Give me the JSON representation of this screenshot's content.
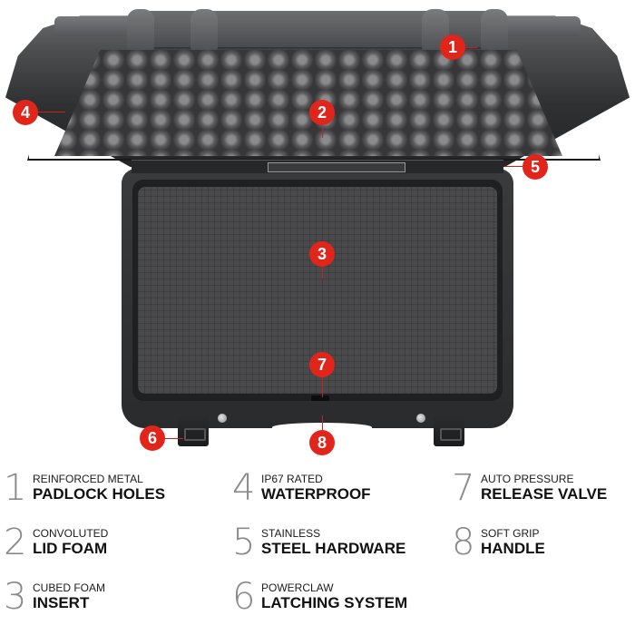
{
  "callout_color": "#e1251b",
  "callouts": [
    {
      "number": "1"
    },
    {
      "number": "2"
    },
    {
      "number": "3"
    },
    {
      "number": "4"
    },
    {
      "number": "5"
    },
    {
      "number": "6"
    },
    {
      "number": "7"
    },
    {
      "number": "8"
    }
  ],
  "legend": [
    {
      "number": "1",
      "subtitle": "REINFORCED METAL",
      "title": "PADLOCK HOLES"
    },
    {
      "number": "2",
      "subtitle": "CONVOLUTED",
      "title": "LID FOAM"
    },
    {
      "number": "3",
      "subtitle": "CUBED FOAM",
      "title": "INSERT"
    },
    {
      "number": "4",
      "subtitle": "IP67 RATED",
      "title": "WATERPROOF"
    },
    {
      "number": "5",
      "subtitle": "STAINLESS",
      "title": "STEEL HARDWARE"
    },
    {
      "number": "6",
      "subtitle": "POWERCLAW",
      "title": "LATCHING SYSTEM"
    },
    {
      "number": "7",
      "subtitle": "AUTO PRESSURE",
      "title": "RELEASE VALVE"
    },
    {
      "number": "8",
      "subtitle": "SOFT GRIP",
      "title": "HANDLE"
    }
  ]
}
